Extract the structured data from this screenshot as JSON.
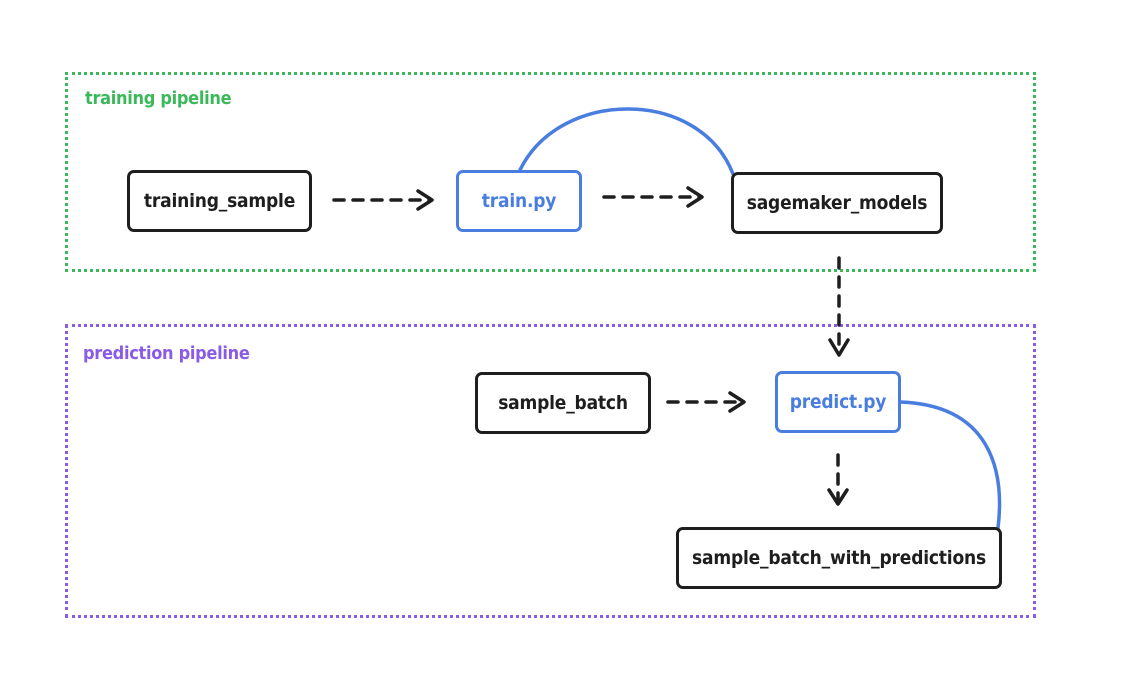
{
  "colors": {
    "training_group": "#3cb85a",
    "prediction_group": "#8a5ce6",
    "script": "#4a7de0",
    "data_node": "#1e1e1e",
    "arrow": "#1e1e1e"
  },
  "groups": {
    "training": {
      "label": "training pipeline"
    },
    "prediction": {
      "label": "prediction pipeline"
    }
  },
  "nodes": {
    "training_sample": "training_sample",
    "train_py": "train.py",
    "sagemaker_models": "sagemaker_models",
    "sample_batch": "sample_batch",
    "predict_py": "predict.py",
    "sample_batch_with_predictions": "sample_batch_with_predictions"
  },
  "edges": [
    {
      "from": "training_sample",
      "to": "train_py",
      "style": "dashed-arrow"
    },
    {
      "from": "train_py",
      "to": "sagemaker_models",
      "style": "dashed-arrow"
    },
    {
      "from": "train_py",
      "to": "sagemaker_models",
      "style": "solid-arc"
    },
    {
      "from": "sagemaker_models",
      "to": "predict_py",
      "style": "dashed-arrow"
    },
    {
      "from": "sample_batch",
      "to": "predict_py",
      "style": "dashed-arrow"
    },
    {
      "from": "predict_py",
      "to": "sample_batch_with_predictions",
      "style": "dashed-arrow"
    },
    {
      "from": "predict_py",
      "to": "sample_batch_with_predictions",
      "style": "solid-arc"
    }
  ]
}
